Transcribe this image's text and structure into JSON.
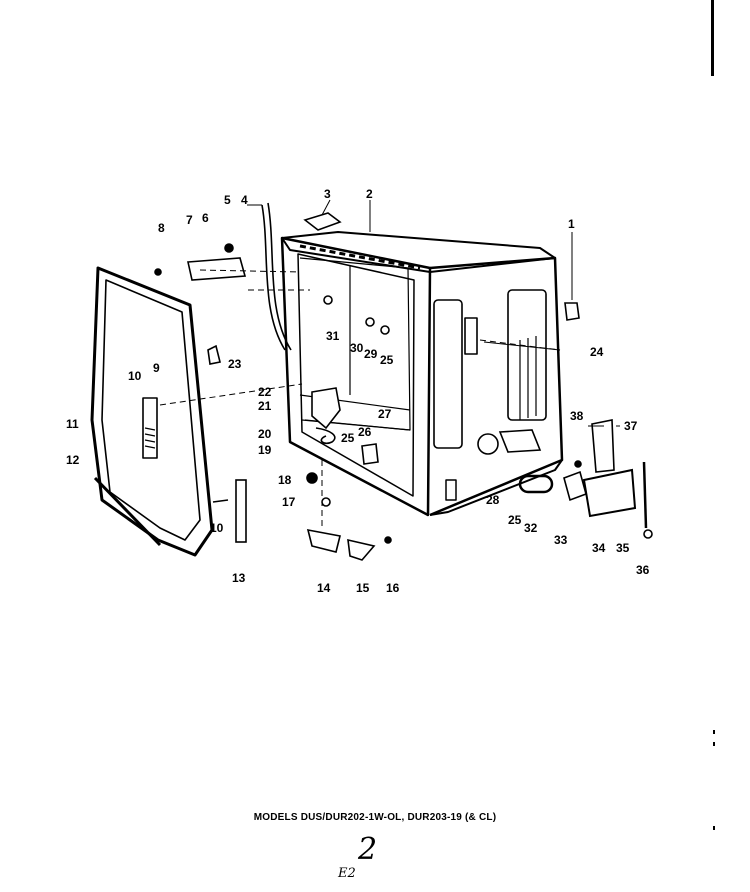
{
  "caption": "MODELS DUS/DUR202-1W-OL, DUR203-19 (& CL)",
  "handwritten": {
    "mark_a": "2",
    "mark_b": "E2"
  },
  "callouts": [
    "1",
    "2",
    "3",
    "4",
    "5",
    "6",
    "7",
    "8",
    "9",
    "10",
    "10",
    "11",
    "12",
    "13",
    "14",
    "15",
    "16",
    "17",
    "18",
    "19",
    "20",
    "21",
    "22",
    "23",
    "24",
    "25",
    "25",
    "25",
    "26",
    "27",
    "28",
    "29",
    "30",
    "31",
    "32",
    "33",
    "34",
    "35",
    "36",
    "37",
    "38"
  ]
}
